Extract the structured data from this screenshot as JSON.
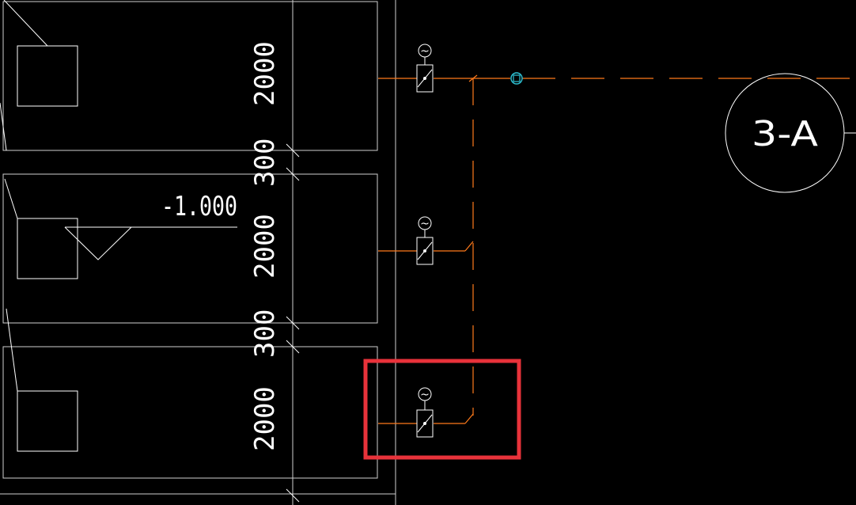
{
  "drawing": {
    "dimensions": [
      "2000",
      "300",
      "2000",
      "300",
      "2000"
    ],
    "elevation_label": "-1.000",
    "grid_bubble": "3-A",
    "colors": {
      "background": "#000000",
      "linework": "#ffffff",
      "pipe": "#ff7a1a",
      "fitting": "#2ec4d6",
      "highlight": "#e8323a"
    },
    "symbols": [
      "motorized-valve-icon",
      "motorized-valve-icon",
      "motorized-valve-icon",
      "fitting-icon",
      "elevation-marker-icon"
    ]
  }
}
